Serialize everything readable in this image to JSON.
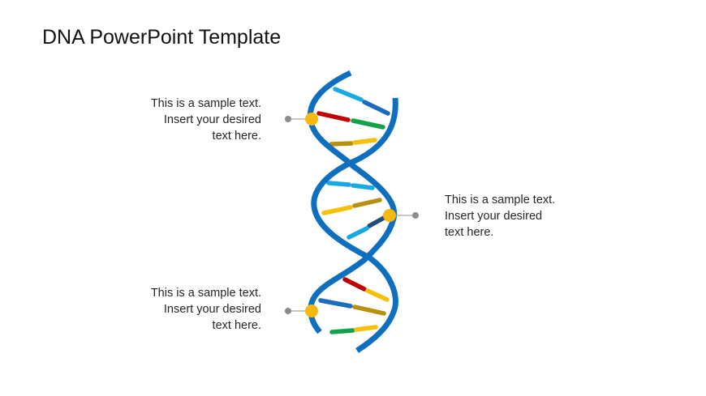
{
  "slide": {
    "title": "DNA PowerPoint Template",
    "callouts": [
      {
        "lines": [
          "This is a sample text.",
          "Insert your desired",
          "text here."
        ]
      },
      {
        "lines": [
          "This is a sample text.",
          "Insert your desired",
          "text here."
        ]
      },
      {
        "lines": [
          "This is a sample text.",
          "Insert your desired",
          "text here."
        ]
      }
    ]
  },
  "colors": {
    "strand": "#0f6fbf",
    "marker": "#f7b90e",
    "leader": "#8c8c8c",
    "red": "#c00000",
    "green": "#12a34a",
    "light_blue": "#17a9e1",
    "dark_blue": "#1f4e79",
    "olive": "#b8900c",
    "yellow": "#f7c00d",
    "blue": "#1a6dbd"
  }
}
